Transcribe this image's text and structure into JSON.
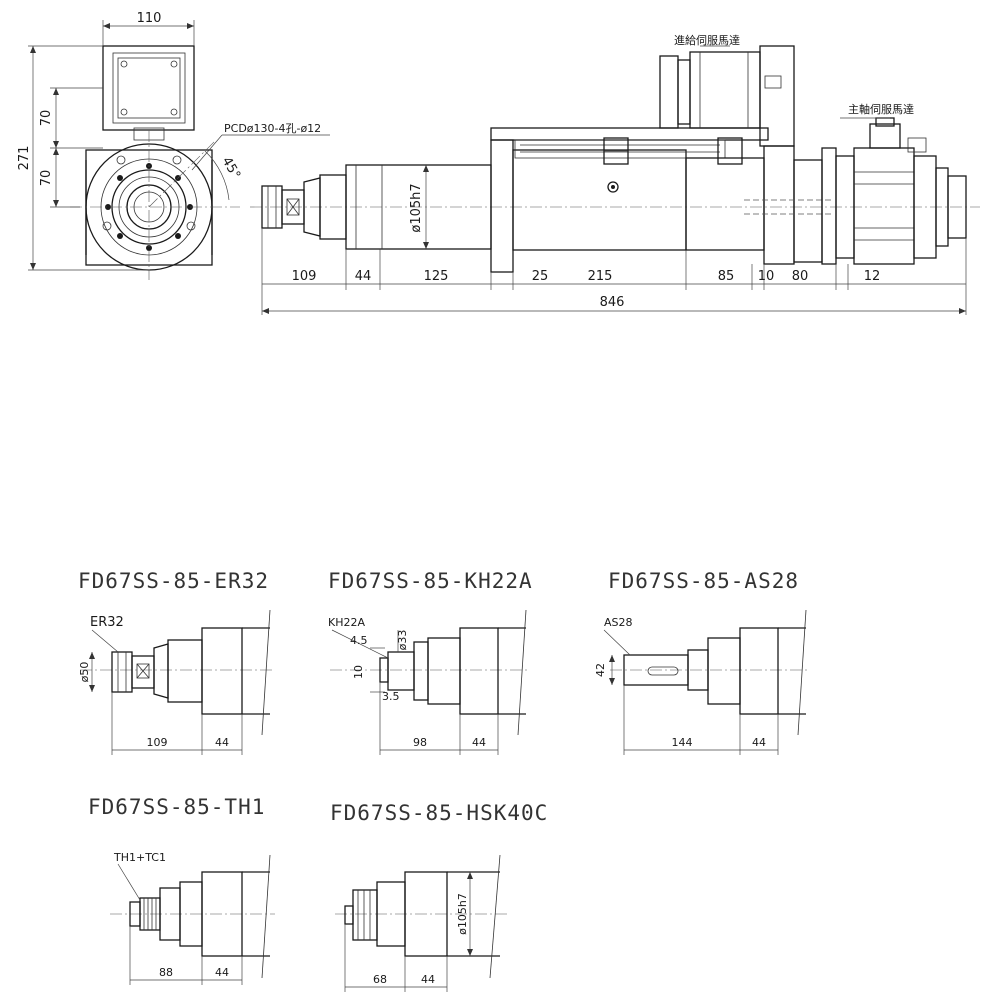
{
  "main_view": {
    "top_width": "110",
    "side_70_a": "70",
    "side_70_b": "70",
    "side_271": "271",
    "pcd_label": "PCDø130-4孔-ø12",
    "angle_label": "45°",
    "diameter_label": "ø105h7",
    "feed_motor_label": "進給伺服馬達",
    "spindle_motor_label": "主軸伺服馬達",
    "bottom_dims": [
      "109",
      "44",
      "125",
      "25",
      "215",
      "85",
      "10",
      "80",
      "12"
    ],
    "overall_length": "846"
  },
  "variants": [
    {
      "model": "FD67SS-85-ER32",
      "tool_label": "ER32",
      "extra_label": "ø50",
      "dim_a": "109",
      "dim_b": "44"
    },
    {
      "model": "FD67SS-85-KH22A",
      "tool_label": "KH22A",
      "extra_label": "ø33",
      "sub_a": "4.5",
      "sub_b": "10",
      "sub_c": "3.5",
      "dim_a": "98",
      "dim_b": "44"
    },
    {
      "model": "FD67SS-85-AS28",
      "tool_label": "AS28",
      "extra_label": "42",
      "dim_a": "144",
      "dim_b": "44"
    },
    {
      "model": "FD67SS-85-TH1",
      "tool_label": "TH1+TC1",
      "dim_a": "88",
      "dim_b": "44"
    },
    {
      "model": "FD67SS-85-HSK40C",
      "extra_label": "ø105h7",
      "dim_a": "68",
      "dim_b": "44"
    }
  ]
}
